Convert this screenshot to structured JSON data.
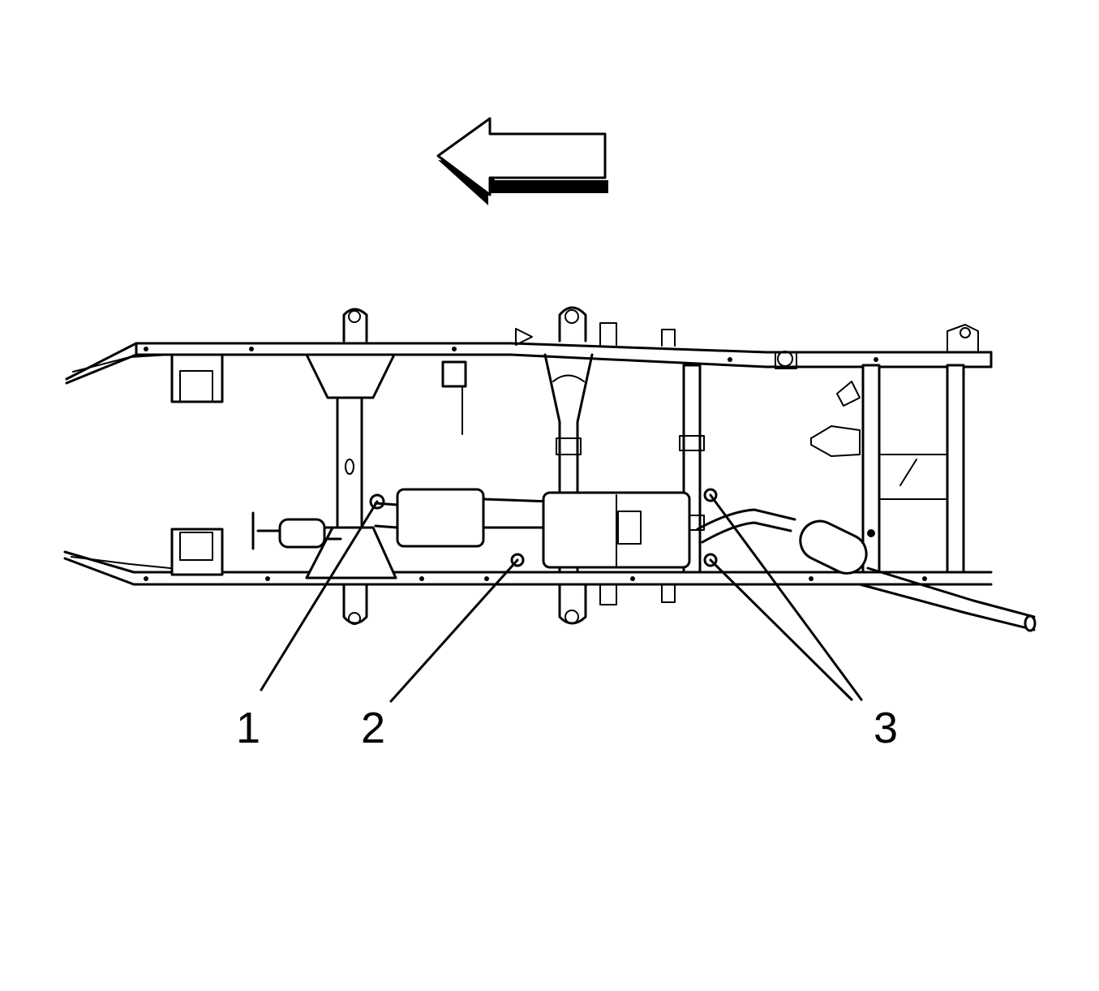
{
  "callouts": [
    {
      "id": "1",
      "label": "1"
    },
    {
      "id": "2",
      "label": "2"
    },
    {
      "id": "3",
      "label": "3"
    }
  ],
  "direction_arrow": {
    "icon": "left-arrow-icon",
    "meaning": "front-of-vehicle"
  },
  "colors": {
    "ink": "#000000",
    "background": "#ffffff"
  }
}
